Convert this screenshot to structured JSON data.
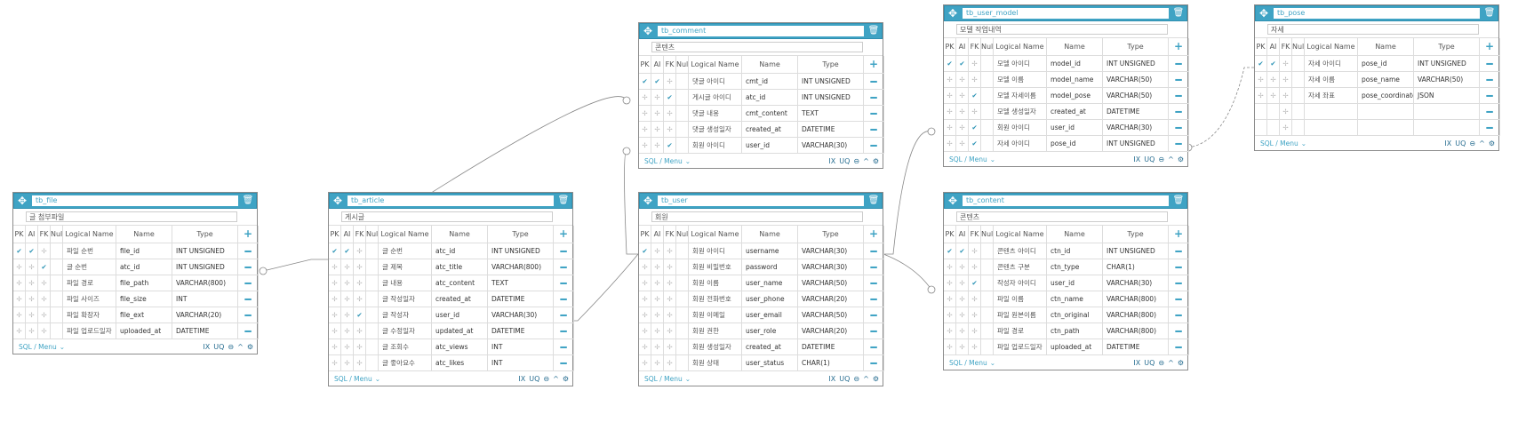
{
  "ui": {
    "columns": [
      "PK",
      "AI",
      "FK",
      "Null",
      "Logical Name",
      "Name",
      "Type"
    ],
    "footer_sql": "SQL / Menu",
    "footer_caret": "⌄",
    "footer_ix": "IX",
    "footer_uq": "UQ",
    "footer_minus": "⊖",
    "footer_up": "^",
    "footer_gear": "⚙",
    "add_symbol": "+",
    "del_symbol": "━",
    "check_symbol": "✔",
    "plus_symbol": "✢",
    "move_symbol": "✥",
    "trash_symbol": "🗑"
  },
  "colors": {
    "accent": "#3fa3c4",
    "check": "#2a93b5"
  },
  "tables": [
    {
      "key": "tb_file",
      "name": "tb_file",
      "comment": "글 첨부파일",
      "rows": [
        {
          "pk": true,
          "ai": true,
          "fk": false,
          "logical": "파일 순번",
          "name": "file_id",
          "type": "INT UNSIGNED"
        },
        {
          "pk": false,
          "ai": false,
          "fk": true,
          "logical": "글 순번",
          "name": "atc_id",
          "type": "INT UNSIGNED"
        },
        {
          "pk": false,
          "ai": false,
          "fk": false,
          "logical": "파일 경로",
          "name": "file_path",
          "type": "VARCHAR(800)"
        },
        {
          "pk": false,
          "ai": false,
          "fk": false,
          "logical": "파일 사이즈",
          "name": "file_size",
          "type": "INT"
        },
        {
          "pk": false,
          "ai": false,
          "fk": false,
          "logical": "파일 확장자",
          "name": "file_ext",
          "type": "VARCHAR(20)"
        },
        {
          "pk": false,
          "ai": false,
          "fk": false,
          "logical": "파일 업로드일자",
          "name": "uploaded_at",
          "type": "DATETIME"
        }
      ]
    },
    {
      "key": "tb_article",
      "name": "tb_article",
      "comment": "게시글",
      "rows": [
        {
          "pk": true,
          "ai": true,
          "fk": false,
          "logical": "글 순번",
          "name": "atc_id",
          "type": "INT UNSIGNED"
        },
        {
          "pk": false,
          "ai": false,
          "fk": false,
          "logical": "글 제목",
          "name": "atc_title",
          "type": "VARCHAR(800)"
        },
        {
          "pk": false,
          "ai": false,
          "fk": false,
          "logical": "글 내용",
          "name": "atc_content",
          "type": "TEXT"
        },
        {
          "pk": false,
          "ai": false,
          "fk": false,
          "logical": "글 작성일자",
          "name": "created_at",
          "type": "DATETIME"
        },
        {
          "pk": false,
          "ai": false,
          "fk": true,
          "logical": "글 작성자",
          "name": "user_id",
          "type": "VARCHAR(30)"
        },
        {
          "pk": false,
          "ai": false,
          "fk": false,
          "logical": "글 수정일자",
          "name": "updated_at",
          "type": "DATETIME"
        },
        {
          "pk": false,
          "ai": false,
          "fk": false,
          "logical": "글 조회수",
          "name": "atc_views",
          "type": "INT"
        },
        {
          "pk": false,
          "ai": false,
          "fk": false,
          "logical": "글 좋아요수",
          "name": "atc_likes",
          "type": "INT"
        }
      ]
    },
    {
      "key": "tb_comment",
      "name": "tb_comment",
      "comment": "콘텐츠",
      "rows": [
        {
          "pk": true,
          "ai": true,
          "fk": false,
          "logical": "댓글 아이디",
          "name": "cmt_id",
          "type": "INT UNSIGNED"
        },
        {
          "pk": false,
          "ai": false,
          "fk": true,
          "logical": "게시글 아이디",
          "name": "atc_id",
          "type": "INT UNSIGNED"
        },
        {
          "pk": false,
          "ai": false,
          "fk": false,
          "logical": "댓글 내용",
          "name": "cmt_content",
          "type": "TEXT"
        },
        {
          "pk": false,
          "ai": false,
          "fk": false,
          "logical": "댓글 생성일자",
          "name": "created_at",
          "type": "DATETIME"
        },
        {
          "pk": false,
          "ai": false,
          "fk": true,
          "logical": "회원 아이디",
          "name": "user_id",
          "type": "VARCHAR(30)"
        }
      ]
    },
    {
      "key": "tb_user",
      "name": "tb_user",
      "comment": "회원",
      "rows": [
        {
          "pk": true,
          "ai": false,
          "fk": false,
          "logical": "회원 아이디",
          "name": "username",
          "type": "VARCHAR(30)"
        },
        {
          "pk": false,
          "ai": false,
          "fk": false,
          "logical": "회원 비밀번호",
          "name": "password",
          "type": "VARCHAR(30)"
        },
        {
          "pk": false,
          "ai": false,
          "fk": false,
          "logical": "회원 이름",
          "name": "user_name",
          "type": "VARCHAR(50)"
        },
        {
          "pk": false,
          "ai": false,
          "fk": false,
          "logical": "회원 전화번호",
          "name": "user_phone",
          "type": "VARCHAR(20)"
        },
        {
          "pk": false,
          "ai": false,
          "fk": false,
          "logical": "회원 이메일",
          "name": "user_email",
          "type": "VARCHAR(50)"
        },
        {
          "pk": false,
          "ai": false,
          "fk": false,
          "logical": "회원 권한",
          "name": "user_role",
          "type": "VARCHAR(20)"
        },
        {
          "pk": false,
          "ai": false,
          "fk": false,
          "logical": "회원 생성일자",
          "name": "created_at",
          "type": "DATETIME"
        },
        {
          "pk": false,
          "ai": false,
          "fk": false,
          "logical": "회원 상태",
          "name": "user_status",
          "type": "CHAR(1)"
        }
      ]
    },
    {
      "key": "tb_user_model",
      "name": "tb_user_model",
      "comment": "모델 작업내역",
      "rows": [
        {
          "pk": true,
          "ai": true,
          "fk": false,
          "logical": "모델 아이디",
          "name": "model_id",
          "type": "INT UNSIGNED"
        },
        {
          "pk": false,
          "ai": false,
          "fk": false,
          "logical": "모델 이름",
          "name": "model_name",
          "type": "VARCHAR(50)"
        },
        {
          "pk": false,
          "ai": false,
          "fk": true,
          "logical": "모델 자세이름",
          "name": "model_pose",
          "type": "VARCHAR(50)"
        },
        {
          "pk": false,
          "ai": false,
          "fk": false,
          "logical": "모델 생성일자",
          "name": "created_at",
          "type": "DATETIME"
        },
        {
          "pk": false,
          "ai": false,
          "fk": true,
          "logical": "회원 아이디",
          "name": "user_id",
          "type": "VARCHAR(30)"
        },
        {
          "pk": false,
          "ai": false,
          "fk": true,
          "logical": "자세 아이디",
          "name": "pose_id",
          "type": "INT UNSIGNED"
        }
      ]
    },
    {
      "key": "tb_content",
      "name": "tb_content",
      "comment": "콘텐츠",
      "rows": [
        {
          "pk": true,
          "ai": true,
          "fk": false,
          "logical": "콘텐츠 아이디",
          "name": "ctn_id",
          "type": "INT UNSIGNED"
        },
        {
          "pk": false,
          "ai": false,
          "fk": false,
          "logical": "콘텐츠 구분",
          "name": "ctn_type",
          "type": "CHAR(1)"
        },
        {
          "pk": false,
          "ai": false,
          "fk": true,
          "logical": "작성자 아이디",
          "name": "user_id",
          "type": "VARCHAR(30)"
        },
        {
          "pk": false,
          "ai": false,
          "fk": false,
          "logical": "파일 이름",
          "name": "ctn_name",
          "type": "VARCHAR(800)"
        },
        {
          "pk": false,
          "ai": false,
          "fk": false,
          "logical": "파일 원본이름",
          "name": "ctn_original",
          "type": "VARCHAR(800)"
        },
        {
          "pk": false,
          "ai": false,
          "fk": false,
          "logical": "파일 경로",
          "name": "ctn_path",
          "type": "VARCHAR(800)"
        },
        {
          "pk": false,
          "ai": false,
          "fk": false,
          "logical": "파일 업로드일자",
          "name": "uploaded_at",
          "type": "DATETIME"
        }
      ]
    },
    {
      "key": "tb_pose",
      "name": "tb_pose",
      "comment": "자세",
      "rows": [
        {
          "pk": true,
          "ai": true,
          "fk": false,
          "logical": "자세 아이디",
          "name": "pose_id",
          "type": "INT UNSIGNED"
        },
        {
          "pk": false,
          "ai": false,
          "fk": false,
          "logical": "자세 이름",
          "name": "pose_name",
          "type": "VARCHAR(50)"
        },
        {
          "pk": false,
          "ai": false,
          "fk": false,
          "logical": "자세 좌표",
          "name": "pose_coordinate",
          "type": "JSON"
        },
        {
          "empty": true
        },
        {
          "empty": true
        }
      ]
    }
  ],
  "relationships": [
    {
      "from": "tb_article",
      "to": "tb_file",
      "kind": "one-to-many"
    },
    {
      "from": "tb_article",
      "to": "tb_comment",
      "kind": "one-to-many"
    },
    {
      "from": "tb_user",
      "to": "tb_article",
      "kind": "one-to-many"
    },
    {
      "from": "tb_user",
      "to": "tb_comment",
      "kind": "one-to-many"
    },
    {
      "from": "tb_user",
      "to": "tb_user_model",
      "kind": "one-to-many"
    },
    {
      "from": "tb_user",
      "to": "tb_content",
      "kind": "one-to-many"
    },
    {
      "from": "tb_pose",
      "to": "tb_user_model",
      "kind": "one-to-many",
      "dashed": true
    }
  ]
}
